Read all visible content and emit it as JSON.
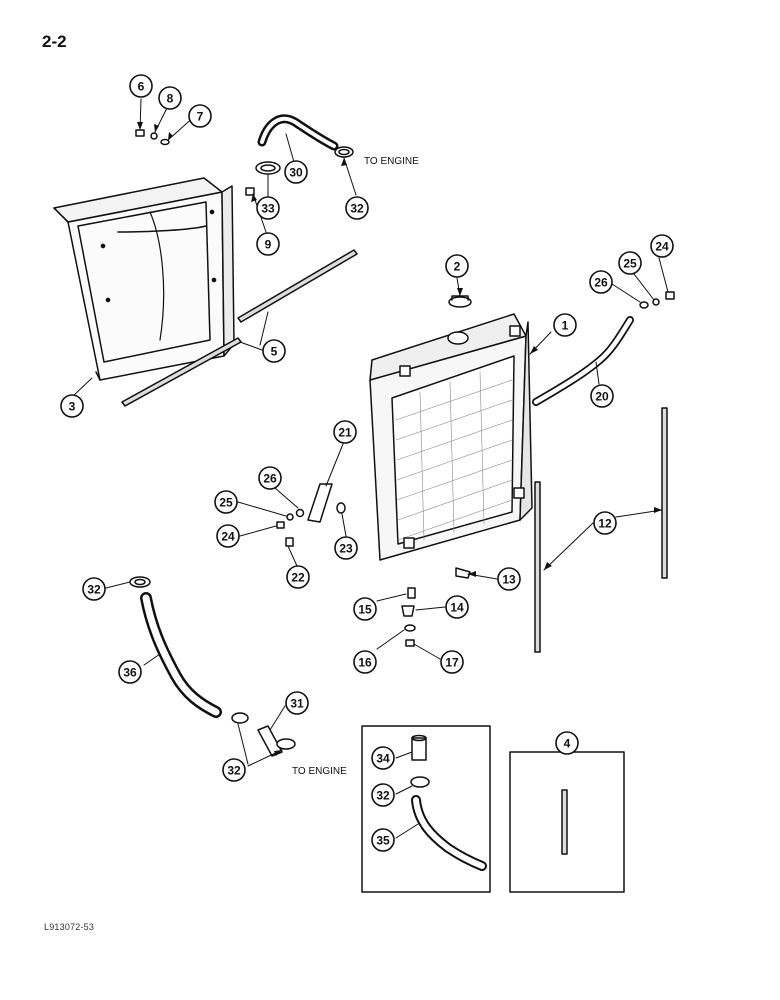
{
  "page": {
    "page_number": "2-2",
    "drawing_code": "L913072-53"
  },
  "notes": {
    "to_engine_upper": "TO ENGINE",
    "to_engine_lower": "TO ENGINE"
  },
  "callouts": {
    "c6": "6",
    "c8": "8",
    "c7": "7",
    "c30": "30",
    "c33": "33",
    "c32a": "32",
    "c9": "9",
    "c5": "5",
    "c3": "3",
    "c2": "2",
    "c1": "1",
    "c26a": "26",
    "c25a": "25",
    "c24a": "24",
    "c20": "20",
    "c21": "21",
    "c26b": "26",
    "c25b": "25",
    "c24b": "24",
    "c23": "23",
    "c22": "22",
    "c12": "12",
    "c13": "13",
    "c15": "15",
    "c14": "14",
    "c16": "16",
    "c17": "17",
    "c32b": "32",
    "c36": "36",
    "c31": "31",
    "c32c": "32",
    "c34": "34",
    "c32d": "32",
    "c35": "35",
    "c4": "4"
  }
}
